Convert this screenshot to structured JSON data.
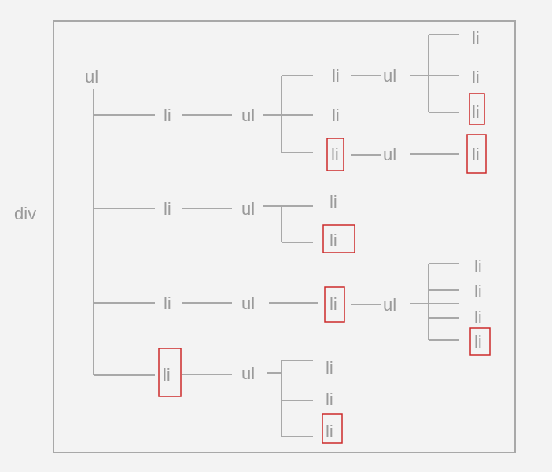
{
  "labels": {
    "div": "div",
    "ul": "ul",
    "li": "li"
  },
  "highlight_color": "#cc2a2a",
  "line_color": "#a8a8a8",
  "text_color": "#9a9a9a",
  "background_color": "#f3f3f3"
}
